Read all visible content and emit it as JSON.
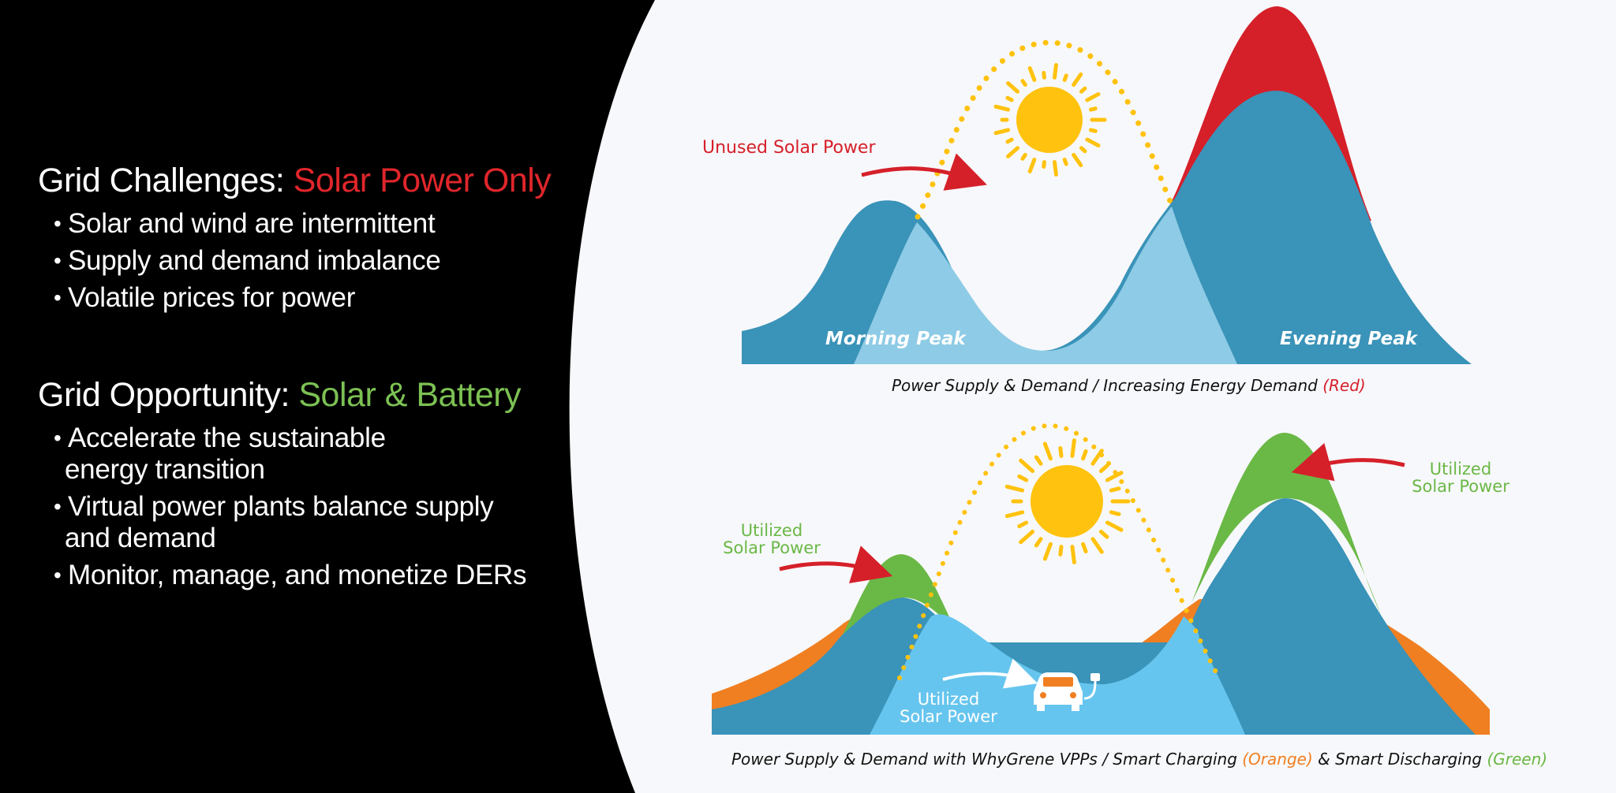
{
  "left": {
    "challenges": {
      "title_prefix": "Grid Challenges: ",
      "title_highlight": "Solar Power Only",
      "bullets": [
        "Solar and wind are intermittent",
        "Supply and demand imbalance",
        "Volatile prices for power"
      ]
    },
    "opportunity": {
      "title_prefix": "Grid Opportunity: ",
      "title_highlight": "Solar & Battery",
      "bullets": [
        "Accelerate the sustainable",
        "energy transition",
        "Virtual power plants balance supply",
        "and demand",
        "Monitor, manage, and monetize DERs"
      ]
    }
  },
  "top_chart": {
    "unused_label": "Unused Solar Power",
    "morning_label": "Morning Peak",
    "evening_label": "Evening Peak",
    "caption_main": "Power Supply & Demand / Increasing Energy Demand ",
    "caption_red": "(Red)"
  },
  "bottom_chart": {
    "left_label_1": "Utilized",
    "left_label_2": "Solar Power",
    "right_label_1": "Utilized",
    "right_label_2": "Solar Power",
    "center_label_1": "Utilized",
    "center_label_2": "Solar Power",
    "caption_main": "Power Supply & Demand with WhyGrene VPPs / Smart Charging ",
    "caption_orange": "(Orange)",
    "caption_mid": " & Smart Discharging  ",
    "caption_green": "(Green)"
  },
  "colors": {
    "black_panel": "#000000",
    "demand_blue": "#3a93b8",
    "solar_light_blue": "#8ecbe6",
    "solar_bright_blue": "#66c5ee",
    "extra_demand_red": "#d5202a",
    "smart_discharge_green": "#6ab846",
    "smart_charge_orange": "#f07f22",
    "sun_yellow": "#ffc20e"
  },
  "icons": [
    "sun-icon",
    "car-icon",
    "arrow-icon"
  ]
}
